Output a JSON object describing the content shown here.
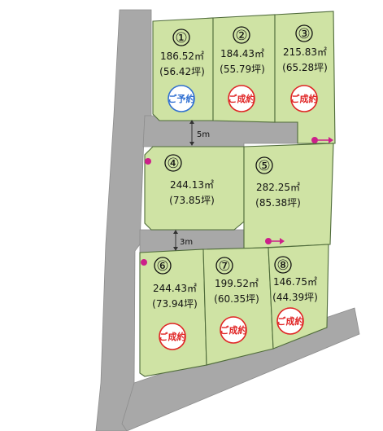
{
  "colors": {
    "lot_fill": "#cfe3a4",
    "road": "#a8a8a8",
    "reserved": "#2f6fd1",
    "sold": "#e02424",
    "marker": "#cc1f8a"
  },
  "lots": [
    {
      "number": "①",
      "area_m2": "186.52㎡",
      "area_tsubo": "(56.42坪)",
      "status": "ご予約",
      "status_type": "reserved"
    },
    {
      "number": "②",
      "area_m2": "184.43㎡",
      "area_tsubo": "(55.79坪)",
      "status": "ご成約",
      "status_type": "sold"
    },
    {
      "number": "③",
      "area_m2": "215.83㎡",
      "area_tsubo": "(65.28坪)",
      "status": "ご成約",
      "status_type": "sold"
    },
    {
      "number": "④",
      "area_m2": "244.13㎡",
      "area_tsubo": "(73.85坪)",
      "status": "",
      "status_type": "available"
    },
    {
      "number": "⑤",
      "area_m2": "282.25㎡",
      "area_tsubo": "(85.38坪)",
      "status": "",
      "status_type": "available"
    },
    {
      "number": "⑥",
      "area_m2": "244.43㎡",
      "area_tsubo": "(73.94坪)",
      "status": "ご成約",
      "status_type": "sold"
    },
    {
      "number": "⑦",
      "area_m2": "199.52㎡",
      "area_tsubo": "(60.35坪)",
      "status": "ご成約",
      "status_type": "sold"
    },
    {
      "number": "⑧",
      "area_m2": "146.75㎡",
      "area_tsubo": "(44.39坪)",
      "status": "ご成約",
      "status_type": "sold"
    }
  ],
  "roads": {
    "upper_width": "5m",
    "lower_width": "3m"
  }
}
